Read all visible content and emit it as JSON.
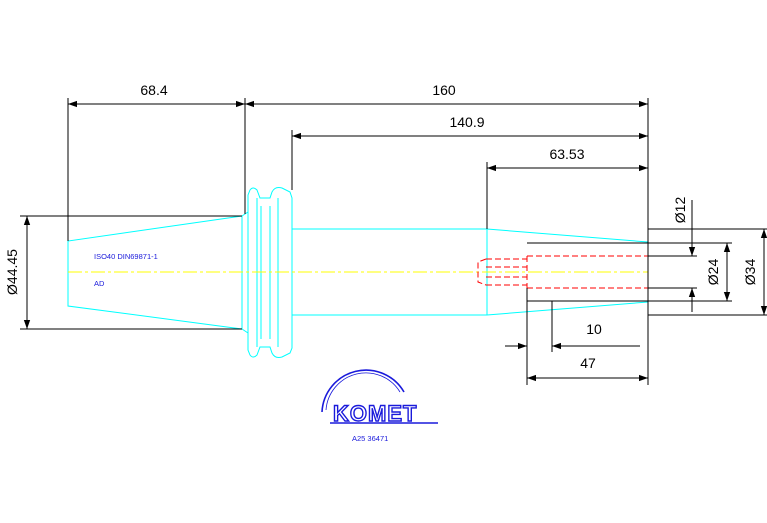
{
  "dimensions": {
    "d1": "68.4",
    "d2": "160",
    "d3": "140.9",
    "d4": "63.53",
    "d5": "Ø44.45",
    "d6": "Ø12",
    "d7": "Ø24",
    "d8": "Ø34",
    "d9": "10",
    "d10": "47"
  },
  "notes": {
    "standard": "ISO40 DIN69871-1",
    "variant": "AD"
  },
  "logo": {
    "brand": "KOMET",
    "code": "A25 36471"
  },
  "colors": {
    "outline": "#00ffff",
    "centerline": "#ffff00",
    "hidden": "#ff0000",
    "dimension": "#000000",
    "text": "#1a1adb"
  }
}
